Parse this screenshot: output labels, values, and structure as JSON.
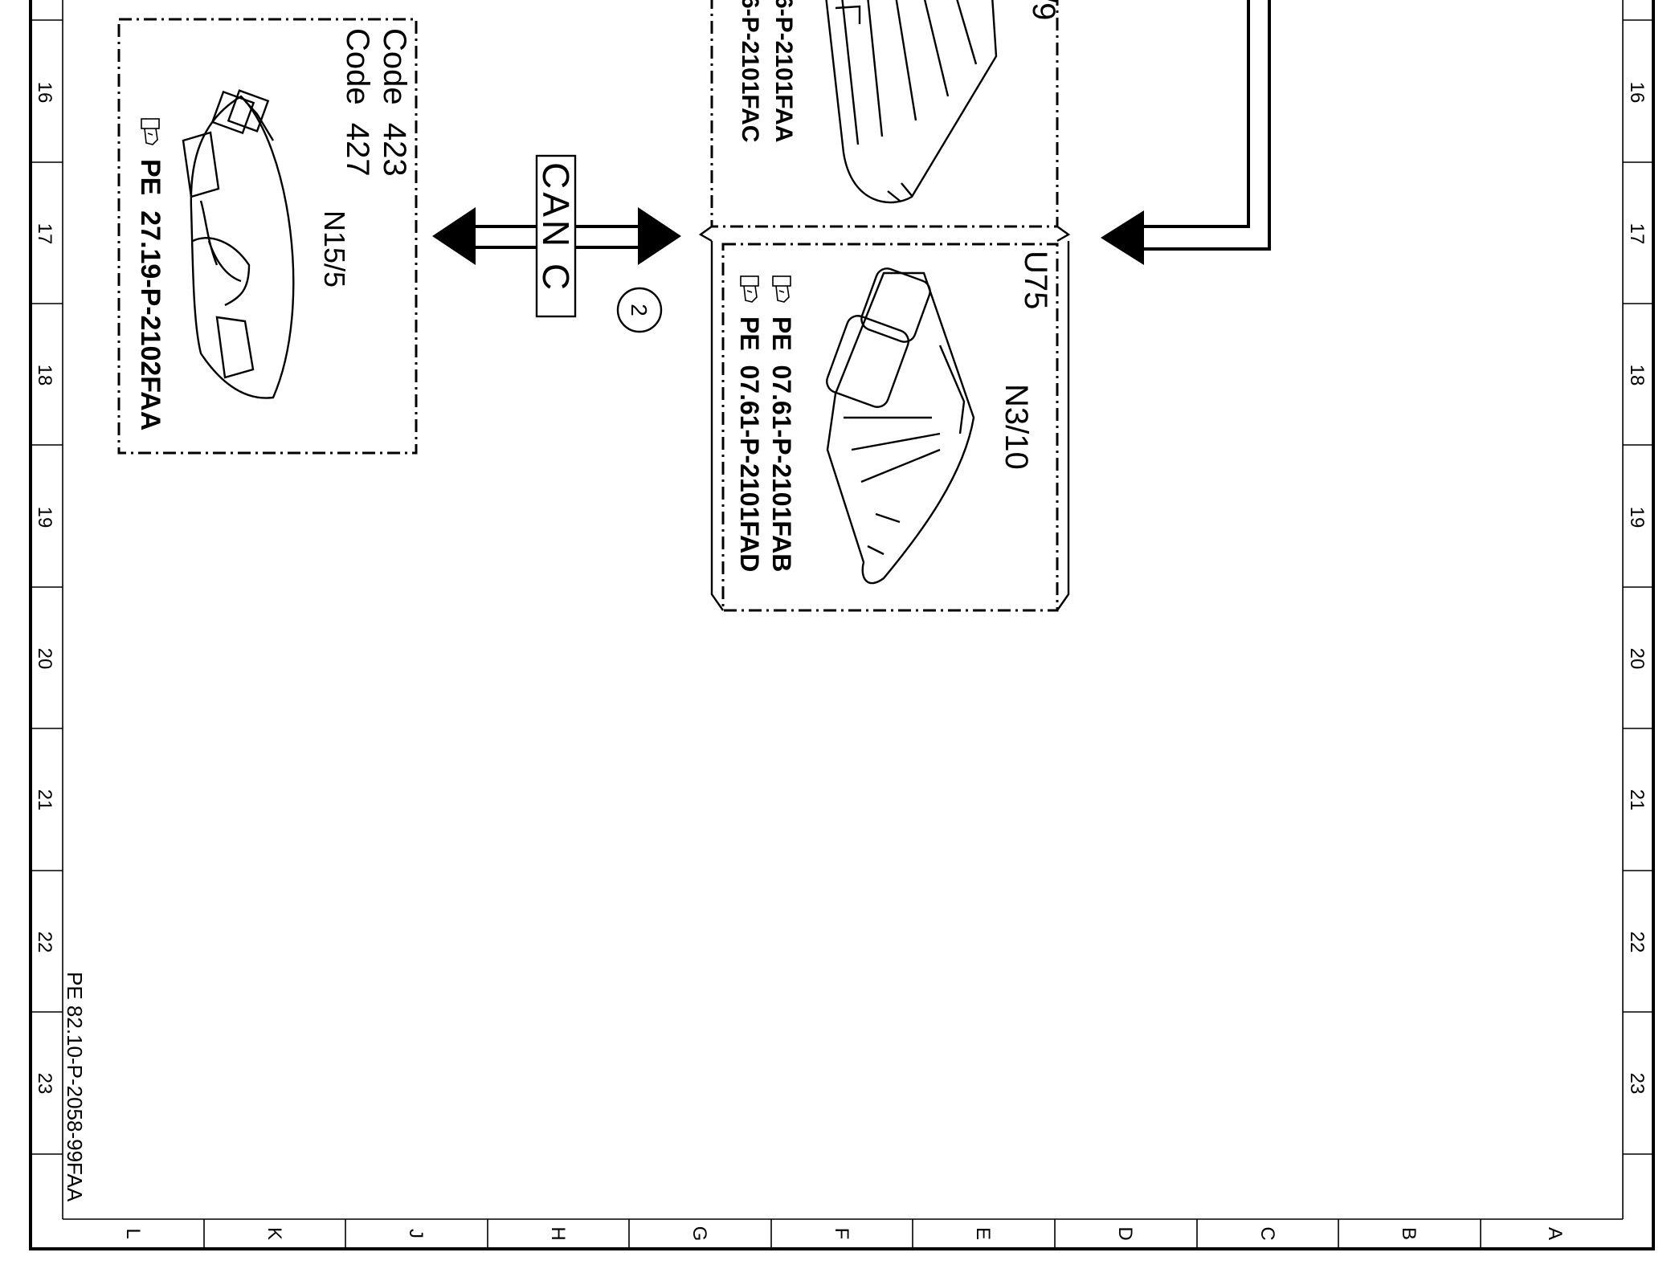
{
  "sheet": {
    "document_id": "PE 82.10-P-2058-99FAA",
    "row_labels": [
      "16",
      "17",
      "18",
      "19",
      "20",
      "21",
      "22",
      "23"
    ],
    "column_labels": [
      "L",
      "K",
      "J",
      "H",
      "G",
      "F",
      "E",
      "D",
      "C",
      "B",
      "A"
    ]
  },
  "bus": {
    "label": "CAN C",
    "callout_number": "2"
  },
  "module_n15_5": {
    "designation": "N15/5",
    "code_lines": [
      "Code  423",
      "Code  427"
    ],
    "references": [
      "PE  27.19-P-2102FAA"
    ]
  },
  "module_top_partial": {
    "designation_fragment": "/9",
    "references": [
      "6-P-2101FAA",
      "6-P-2101FAC"
    ]
  },
  "module_n3_10": {
    "variant": "U75",
    "designation": "N3/10",
    "references": [
      "PE  07.61-P-2101FAB",
      "PE  07.61-P-2101FAD"
    ]
  },
  "icons": {
    "reference": "pointing-hand-icon"
  }
}
